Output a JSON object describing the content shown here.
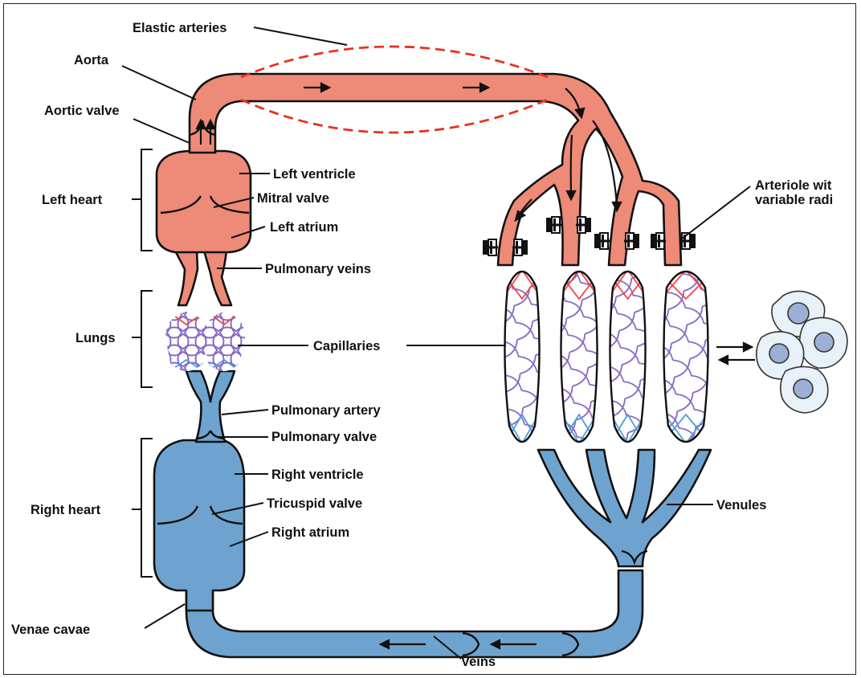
{
  "labels": {
    "elastic_arteries": "Elastic arteries",
    "aorta": "Aorta",
    "aortic_valve": "Aortic valve",
    "left_heart": "Left heart",
    "left_ventricle": "Left ventricle",
    "mitral_valve": "Mitral valve",
    "left_atrium": "Left atrium",
    "pulmonary_veins": "Pulmonary veins",
    "lungs": "Lungs",
    "capillaries": "Capillaries",
    "pulmonary_artery": "Pulmonary artery",
    "pulmonary_valve": "Pulmonary valve",
    "right_heart": "Right heart",
    "right_ventricle": "Right ventricle",
    "tricuspid_valve": "Tricuspid valve",
    "right_atrium": "Right atrium",
    "venae_cavae": "Venae cavae",
    "veins": "Veins",
    "venules": "Venules",
    "arteriole_line1": "Arteriole wit",
    "arteriole_line2": "variable radi"
  },
  "colors": {
    "arterial": "#ee8a78",
    "venous": "#6fa3cf",
    "capillary_arterial": "#f0444a",
    "capillary_mixed": "#8466c2",
    "capillary_venous": "#4f9ed8",
    "outline": "#111111",
    "elastic_dash": "#e8321e",
    "tissue_cell": "#e8f1f7",
    "nucleus": "#9bb0d4"
  }
}
